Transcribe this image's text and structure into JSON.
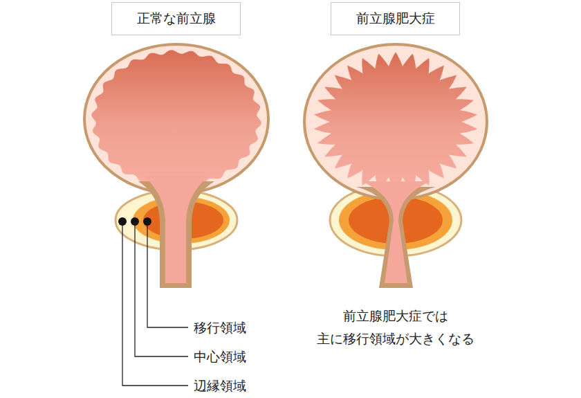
{
  "diagram": {
    "nodes": [
      {
        "text": [
          "正常な前立腺"
        ]
      },
      {
        "text": [
          "前立腺肥大症"
        ]
      }
    ],
    "labels": [
      "移行領域",
      "中心領域",
      "辺縁領域",
      "前立腺肥大症では 主に移行領域が大きくなる"
    ]
  }
}
